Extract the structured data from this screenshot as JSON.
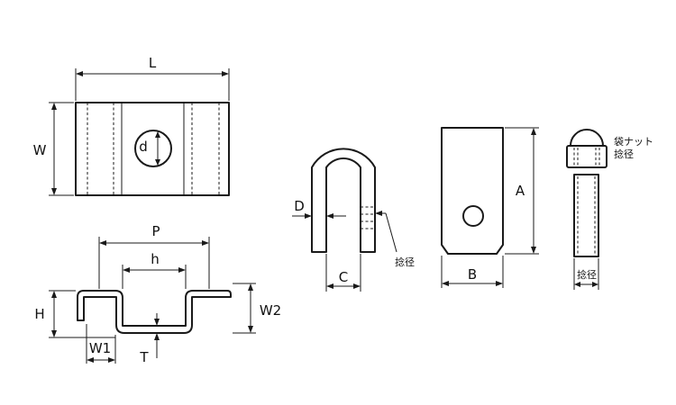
{
  "labels": {
    "L": "L",
    "W": "W",
    "d": "d",
    "P": "P",
    "h": "h",
    "H": "H",
    "W1": "W1",
    "W2": "W2",
    "T": "T",
    "D": "D",
    "C": "C",
    "neck_dia_u": "捻径",
    "A": "A",
    "B": "B",
    "cap_nut": "袋ナット",
    "neck_dia_cap": "捻径",
    "neck_dia_bolt": "捻径"
  }
}
